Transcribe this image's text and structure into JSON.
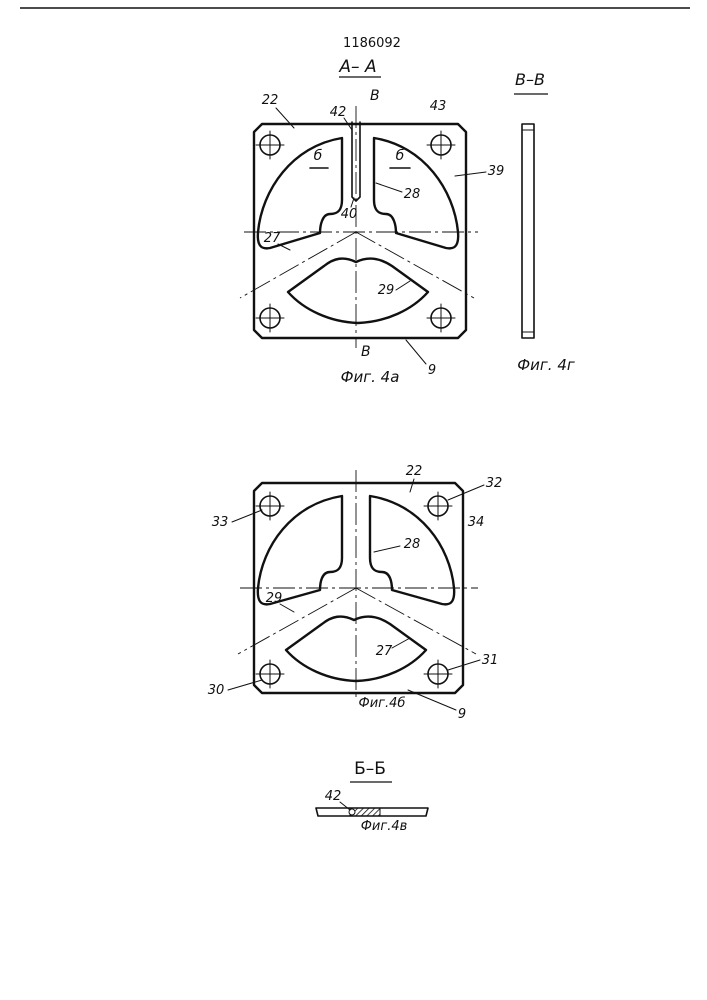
{
  "document": {
    "patent_number": "1186092"
  },
  "section_aa": {
    "title": "А– А",
    "cut_label_top": "В",
    "cut_label_bottom": "В",
    "zone_left": "б",
    "zone_right": "б",
    "refs": {
      "r22": "22",
      "r42": "42",
      "r43": "43",
      "r39": "39",
      "r28": "28",
      "r40": "40",
      "r27": "27",
      "r29": "29",
      "r9": "9"
    },
    "caption": "Фиг. 4а"
  },
  "section_vv": {
    "title": "В–В",
    "caption": "Фиг. 4г"
  },
  "fig4b": {
    "refs": {
      "r22": "22",
      "r32": "32",
      "r33": "33",
      "r34": "34",
      "r28": "28",
      "r29": "29",
      "r27": "27",
      "r31": "31",
      "r30": "30",
      "r9": "9"
    },
    "caption": "Фиг.4б"
  },
  "section_bb": {
    "title": "Б–Б",
    "ref42": "42",
    "caption": "Фиг.4в"
  }
}
